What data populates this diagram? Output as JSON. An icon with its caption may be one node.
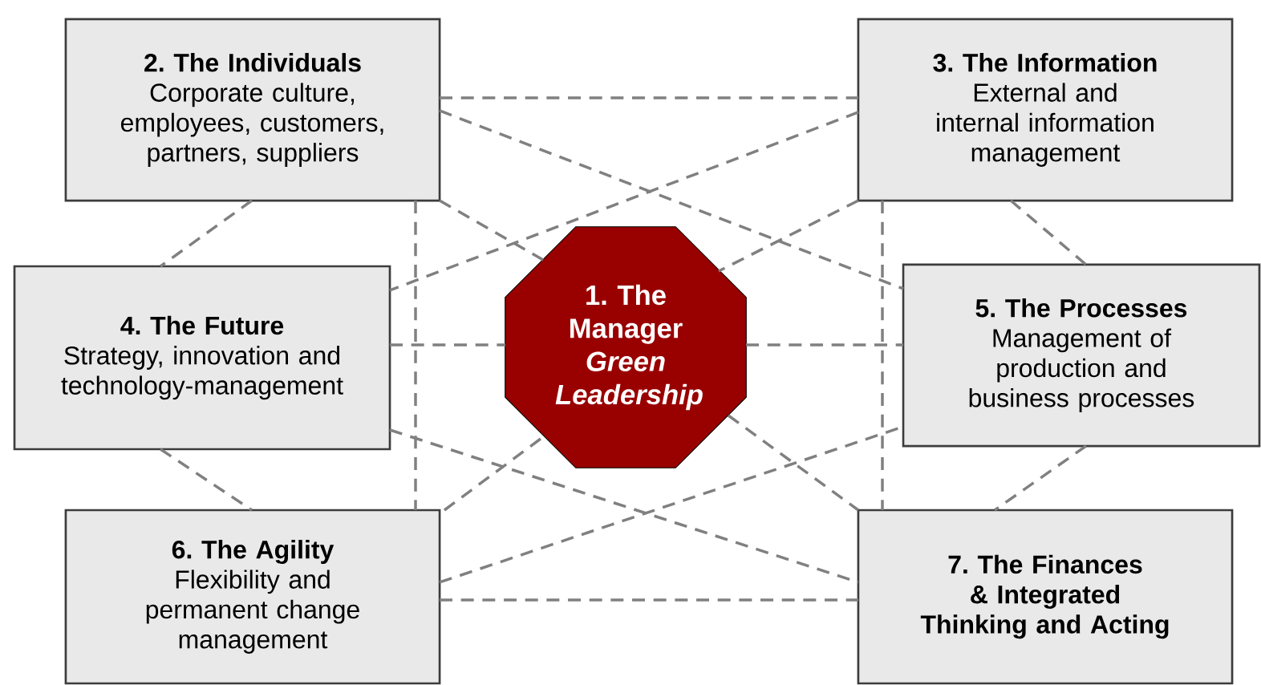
{
  "diagram": {
    "nodes": [
      {
        "text": [
          "1. The Manager",
          "Green Leadership"
        ]
      },
      {
        "text": [
          "2. The Individuals",
          "Corporate culture, employees, customers, partners, suppliers"
        ]
      },
      {
        "text": [
          "3. The Information",
          "External and internal information management"
        ]
      },
      {
        "text": [
          "4. The Future",
          "Strategy, innovation and technology-management"
        ]
      },
      {
        "text": [
          "5. The Processes",
          "Management of production and business processes"
        ]
      },
      {
        "text": [
          "6. The Agility",
          "Flexibility and permanent change management"
        ]
      },
      {
        "text": [
          "7. The Finances & Integrated Thinking and Acting"
        ]
      }
    ],
    "edges": [
      {
        "from": 1,
        "to": 2,
        "arrow": "none"
      },
      {
        "from": 1,
        "to": 4,
        "arrow": "none"
      },
      {
        "from": 1,
        "to": 0,
        "arrow": "none"
      },
      {
        "from": 1,
        "to": 5,
        "arrow": "none"
      },
      {
        "from": 1,
        "to": 3,
        "arrow": "none"
      },
      {
        "from": 2,
        "to": 3,
        "arrow": "none"
      },
      {
        "from": 2,
        "to": 0,
        "arrow": "none"
      },
      {
        "from": 2,
        "to": 6,
        "arrow": "none"
      },
      {
        "from": 2,
        "to": 4,
        "arrow": "none"
      },
      {
        "from": 3,
        "to": 0,
        "arrow": "none"
      },
      {
        "from": 0,
        "to": 4,
        "arrow": "none"
      },
      {
        "from": 3,
        "to": 6,
        "arrow": "none"
      },
      {
        "from": 3,
        "to": 5,
        "arrow": "none"
      },
      {
        "from": 5,
        "to": 0,
        "arrow": "none"
      },
      {
        "from": 5,
        "to": 4,
        "arrow": "none"
      },
      {
        "from": 5,
        "to": 6,
        "arrow": "none"
      },
      {
        "from": 0,
        "to": 6,
        "arrow": "none"
      },
      {
        "from": 4,
        "to": 6,
        "arrow": "none"
      }
    ]
  }
}
